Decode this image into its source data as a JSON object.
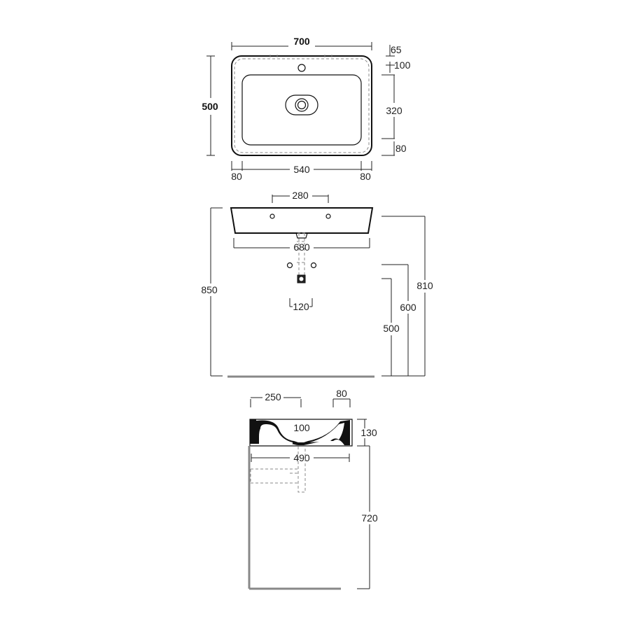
{
  "top_view": {
    "width": "700",
    "depth": "500",
    "margin_top_a": "65",
    "margin_top_b": "100",
    "bowl_depth": "320",
    "margin_bottom": "80",
    "margin_left": "80",
    "bowl_width": "540",
    "margin_right": "80"
  },
  "front_view": {
    "hole_spacing": "280",
    "front_width": "680",
    "trap_width": "120",
    "total_height": "850",
    "height_rim": "810",
    "height_mid": "600",
    "height_low": "500"
  },
  "side_view": {
    "depth_back": "250",
    "rim_width": "80",
    "drain_height": "100",
    "basin_height": "130",
    "side_depth": "490",
    "wall_height": "720"
  }
}
